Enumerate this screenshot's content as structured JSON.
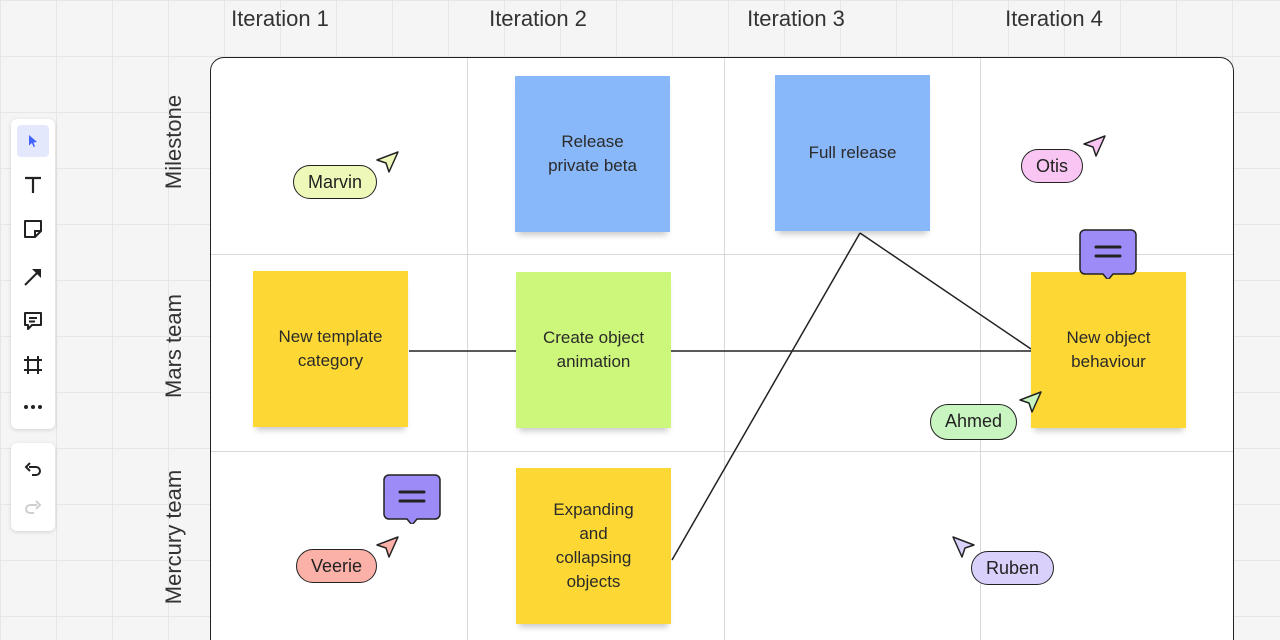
{
  "columns": [
    "Iteration 1",
    "Iteration 2",
    "Iteration 3",
    "Iteration 4"
  ],
  "rows": [
    "Milestone",
    "Mars team",
    "Mercury team"
  ],
  "stickies": {
    "release_beta": "Release\nprivate beta",
    "full_release": "Full release",
    "new_template": "New template\ncategory",
    "create_animation": "Create object\nanimation",
    "new_behaviour": "New object\nbehaviour",
    "expanding": "Expanding\nand\ncollapsing\nobjects"
  },
  "cursors": {
    "marvin": {
      "name": "Marvin",
      "color": "#eef9b9"
    },
    "otis": {
      "name": "Otis",
      "color": "#f9c6f3"
    },
    "ahmed": {
      "name": "Ahmed",
      "color": "#c8f5c0"
    },
    "veerie": {
      "name": "Veerie",
      "color": "#fbb0a8"
    },
    "ruben": {
      "name": "Ruben",
      "color": "#d9d0fb"
    }
  },
  "colors": {
    "blue_sticky": "#89b8fa",
    "yellow_sticky": "#fdd835",
    "green_sticky": "#cdf77a",
    "comment": "#9d8cf7",
    "accent": "#4262ff"
  },
  "toolbar": {
    "tools": [
      "select-icon",
      "text-icon",
      "sticky-note-icon",
      "arrow-icon",
      "comment-icon",
      "frame-icon",
      "more-icon"
    ],
    "history": [
      "undo-icon",
      "redo-icon"
    ]
  }
}
